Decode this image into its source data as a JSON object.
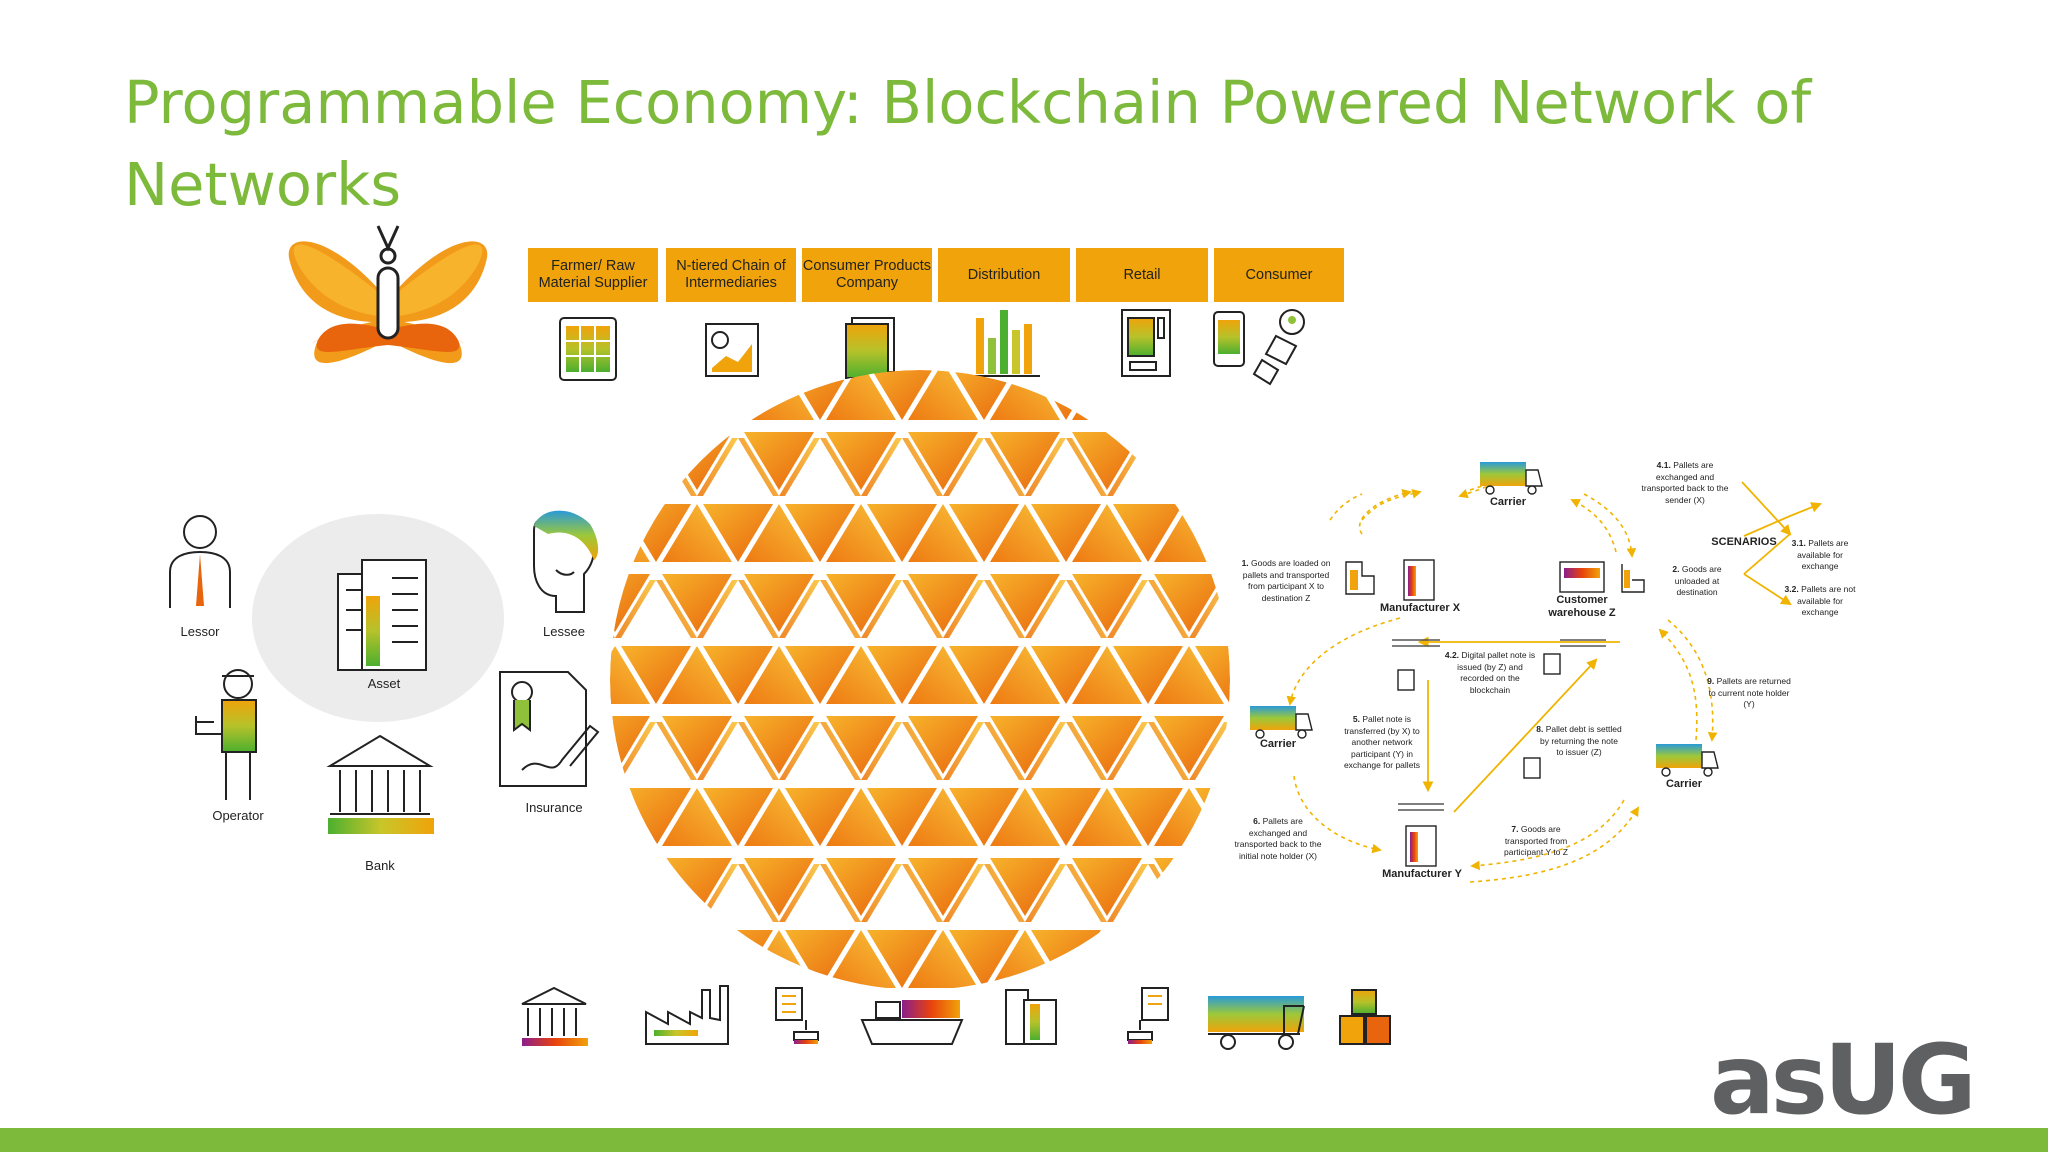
{
  "title": "Programmable Economy: Blockchain Powered Network of Networks",
  "logo": "asUG",
  "colors": {
    "accent_green": "#7dba3c",
    "orange": "#f0a30a",
    "dark_orange": "#e8650d",
    "logo_gray": "#5f6062"
  },
  "value_chain": [
    {
      "label": "Farmer/ Raw Material Supplier",
      "icon": "tablet-grid-icon"
    },
    {
      "label": "N-tiered Chain of Intermediaries",
      "icon": "dashboard-chart-icon"
    },
    {
      "label": "Consumer Products Company",
      "icon": "document-stack-icon"
    },
    {
      "label": "Distribution",
      "icon": "bar-chart-icon"
    },
    {
      "label": "Retail",
      "icon": "vending-machine-icon"
    },
    {
      "label": "Consumer",
      "icon": "mobile-shopping-icon"
    }
  ],
  "participants": {
    "lessor": "Lessor",
    "asset": "Asset",
    "operator": "Operator",
    "bank": "Bank",
    "lessee": "Lessee",
    "insurance": "Insurance"
  },
  "bottom_icons": [
    "bank-icon",
    "factory-icon",
    "stamp-checklist-icon",
    "cargo-ship-icon",
    "office-building-icon",
    "stamp-checklist-icon",
    "truck-icon",
    "boxes-icon"
  ],
  "pallet_flow": {
    "nodes": {
      "carrier_top": "Carrier",
      "carrier_left": "Carrier",
      "carrier_right": "Carrier",
      "manufacturer_x": "Manufacturer X",
      "manufacturer_y": "Manufacturer Y",
      "customer_warehouse": "Customer warehouse Z",
      "scenarios": "SCENARIOS"
    },
    "steps": {
      "s1_num": "1.",
      "s1": "Goods are loaded on pallets and transported from participant X to destination Z",
      "s2_num": "2.",
      "s2": "Goods are unloaded at destination",
      "s31_num": "3.1.",
      "s31": "Pallets are available for exchange",
      "s32_num": "3.2.",
      "s32": "Pallets are not available for exchange",
      "s41_num": "4.1.",
      "s41": "Pallets are exchanged and transported back to the sender (X)",
      "s42_num": "4.2.",
      "s42": "Digital pallet note is issued (by Z) and recorded on the blockchain",
      "s5_num": "5.",
      "s5": "Pallet note is transferred (by X) to another network participant (Y) in exchange for pallets",
      "s6_num": "6.",
      "s6": "Pallets are exchanged and transported back to the initial note holder (X)",
      "s7_num": "7.",
      "s7": "Goods are transported from participant Y to Z",
      "s8_num": "8.",
      "s8": "Pallet debt is settled by returning the note to issuer (Z)",
      "s9_num": "9.",
      "s9": "Pallets are returned to current note holder (Y)"
    }
  }
}
